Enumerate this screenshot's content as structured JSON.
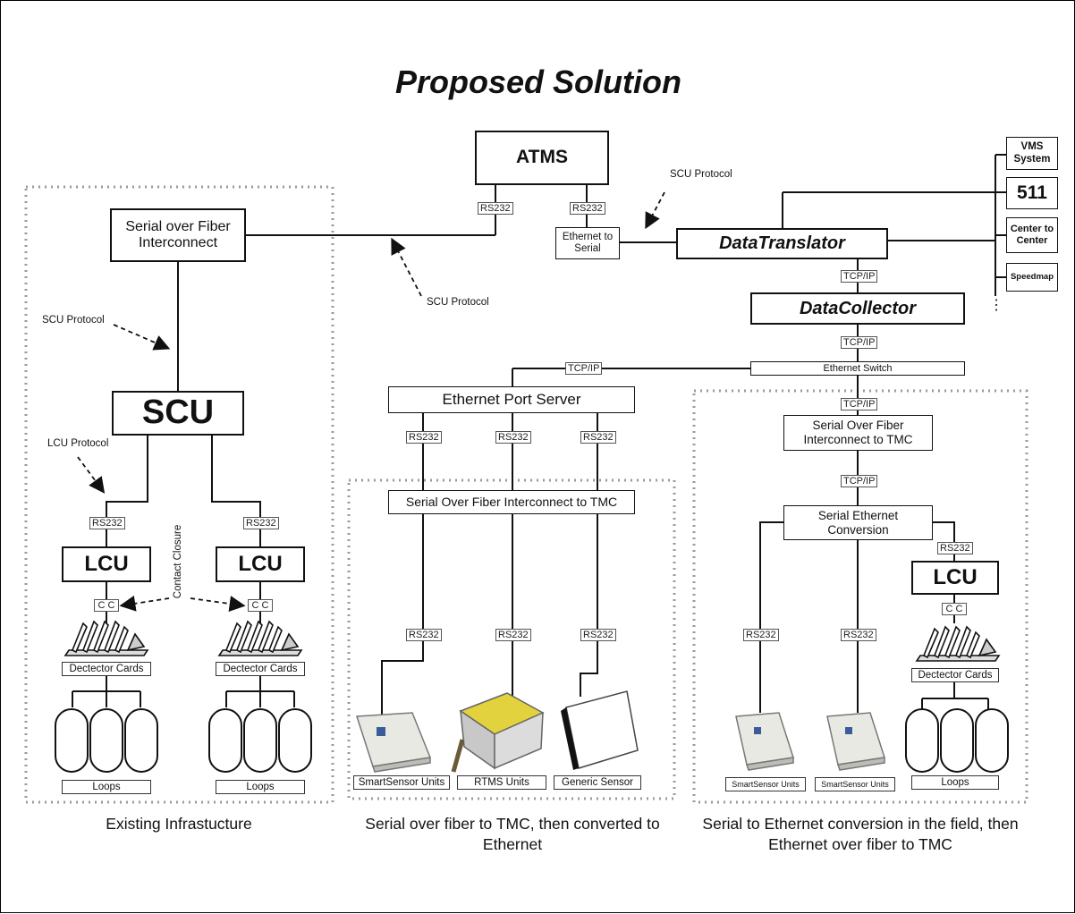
{
  "title": "Proposed Solution",
  "nodes": {
    "atms": "ATMS",
    "serial_fiber": "Serial over Fiber Interconnect",
    "eth_serial": "Ethernet to Serial",
    "datatranslator": "DataTranslator",
    "datacollector": "DataCollector",
    "vms": "VMS System",
    "n511": "511",
    "c2c": "Center to Center",
    "speedmap": "Speedmap",
    "scu": "SCU",
    "lcu": "LCU",
    "eth_switch": "Ethernet Switch",
    "eth_port_server": "Ethernet Port Server",
    "sofi_tmc_mid": "Serial Over Fiber Interconnect to TMC",
    "sofi_tmc_right": "Serial Over Fiber Interconnect to TMC",
    "serial_eth_conv": "Serial Ethernet Conversion"
  },
  "tags": {
    "rs232": "RS232",
    "tcpip": "TCP/IP",
    "cc": "C C"
  },
  "notes": {
    "scu_protocol": "SCU Protocol",
    "lcu_protocol": "LCU Protocol",
    "contact_closure": "Contact Closure",
    "dots": "⋮"
  },
  "labels": {
    "detector_cards": "Dectector Cards",
    "loops": "Loops",
    "smartsensor_units": "SmartSensor Units",
    "rtms_units": "RTMS Units",
    "generic_sensor": "Generic Sensor"
  },
  "captions": {
    "left": "Existing Infrastucture",
    "middle": "Serial over fiber to TMC, then converted to Ethernet",
    "right": "Serial to Ethernet conversion in the field, then Ethernet over fiber to TMC"
  }
}
